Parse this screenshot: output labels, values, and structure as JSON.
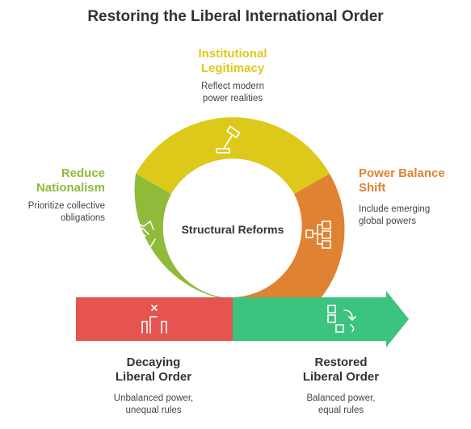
{
  "title": "Restoring the Liberal International Order",
  "center_label": "Structural Reforms",
  "colors": {
    "yellow": "#DDC91A",
    "green": "#8FBA3A",
    "orange": "#DF8232",
    "red": "#E5544E",
    "teal": "#3CC37F",
    "title": "#333333"
  },
  "segments": [
    {
      "heading": [
        "Institutional",
        "Legitimacy"
      ],
      "desc": [
        "Reflect modern",
        "power realities"
      ],
      "icon": "gavel-icon"
    },
    {
      "heading": [
        "Reduce",
        "Nationalism"
      ],
      "desc": [
        "Prioritize collective",
        "obligations"
      ],
      "icon": "handshake-icon"
    },
    {
      "heading": [
        "Power Balance",
        "Shift"
      ],
      "desc": [
        "Include emerging",
        "global powers"
      ],
      "icon": "network-icon"
    }
  ],
  "start": {
    "heading": [
      "Decaying",
      "Liberal Order"
    ],
    "desc": [
      "Unbalanced power,",
      "unequal rules"
    ],
    "icon": "broken-pillars-icon"
  },
  "end": {
    "heading": [
      "Restored",
      "Liberal Order"
    ],
    "desc": [
      "Balanced power,",
      "equal rules"
    ],
    "icon": "flow-blocks-icon"
  }
}
